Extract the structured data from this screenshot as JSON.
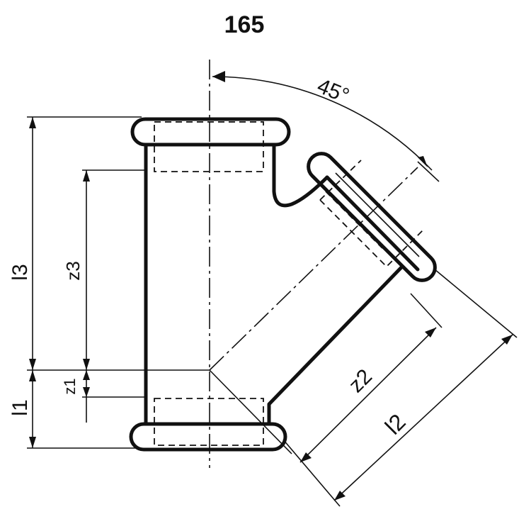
{
  "figure": {
    "title": "165",
    "angle_label": "45°",
    "dimensions": {
      "l3": "l3",
      "l1": "l1",
      "z3": "z3",
      "z1": "z1",
      "z2": "z2",
      "l2": "l2"
    }
  }
}
